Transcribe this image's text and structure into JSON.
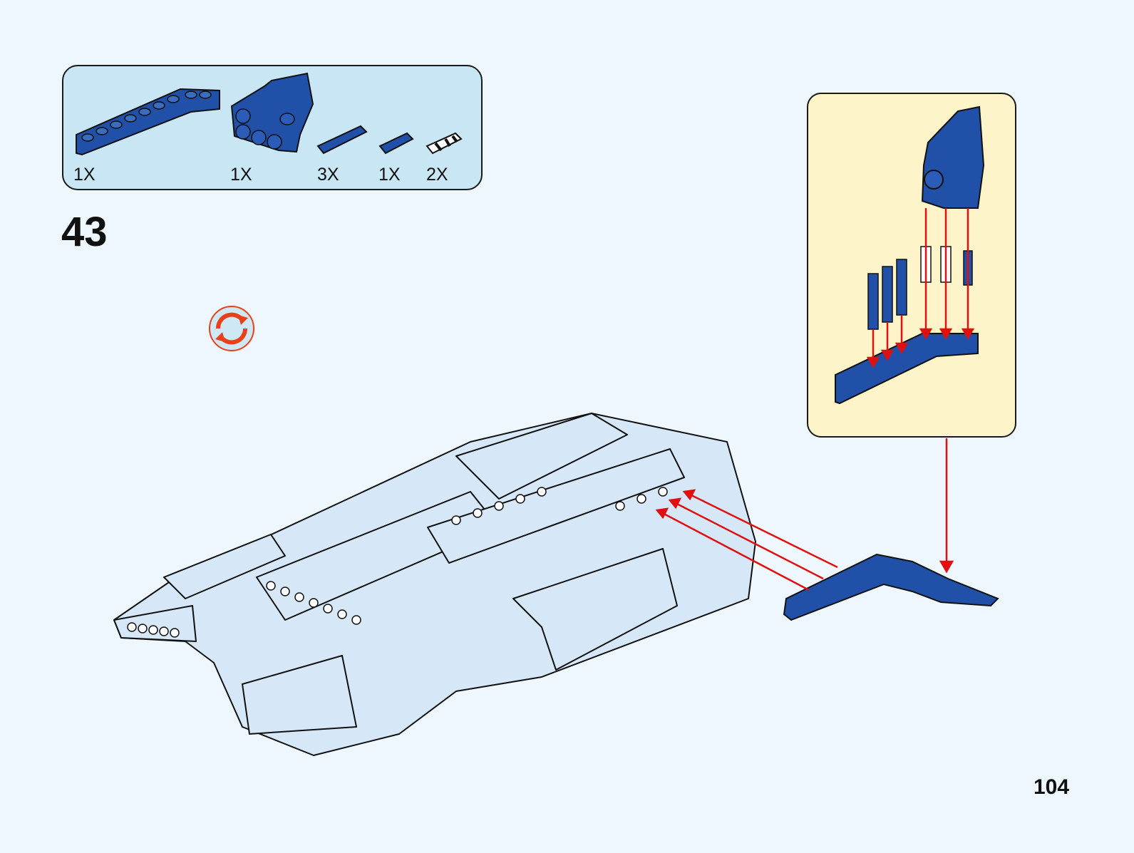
{
  "parts_list": {
    "items": [
      {
        "name": "angled-beam",
        "quantity": "1X"
      },
      {
        "name": "panel-connector",
        "quantity": "1X"
      },
      {
        "name": "long-pin",
        "quantity": "3X"
      },
      {
        "name": "axle-pin",
        "quantity": "1X"
      },
      {
        "name": "friction-pin",
        "quantity": "2X"
      }
    ]
  },
  "step": {
    "number": "43"
  },
  "rotate_icon": "rotate-model-icon",
  "page": {
    "number": "104"
  },
  "colors": {
    "part_blue": "#2150a8",
    "model_light": "#d6e8f7",
    "arrow_red": "#e01010",
    "callout_bg": "#fdf4c9",
    "parts_bg": "#c8e6f4"
  }
}
